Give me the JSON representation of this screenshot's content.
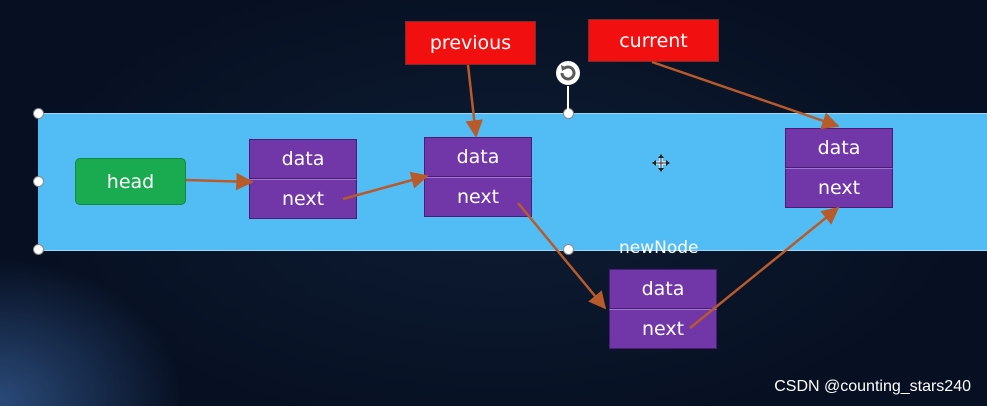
{
  "diagram": {
    "head": {
      "label": "head"
    },
    "pointers": {
      "previous": "previous",
      "current": "current"
    },
    "new_node_label": "newNode",
    "nodes": [
      {
        "data": "data",
        "next": "next"
      },
      {
        "data": "data",
        "next": "next"
      },
      {
        "data": "data",
        "next": "next"
      },
      {
        "data": "data",
        "next": "next"
      }
    ]
  },
  "watermark": "CSDN @counting_stars240",
  "colors": {
    "band": "#52bdf5",
    "pointer_tag": "#f20f0f",
    "head_tag": "#1aaa4f",
    "node": "#7136a8",
    "arrow": "#b85a2a"
  },
  "icons": [
    "rotate-icon",
    "move-cursor-icon"
  ]
}
